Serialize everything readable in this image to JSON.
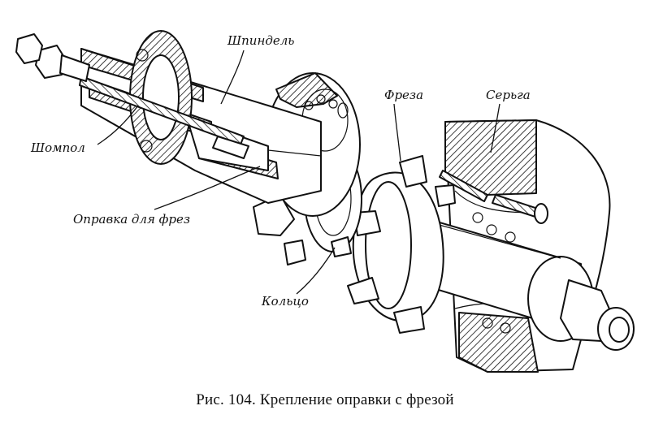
{
  "labels": {
    "spindle": "Шпиндель",
    "cutter": "Фреза",
    "earring": "Серьга",
    "ramrod": "Шомпол",
    "arbor": "Оправка для фрез",
    "ring": "Кольцо"
  },
  "caption": "Рис. 104. Крепление оправки с фрезой"
}
